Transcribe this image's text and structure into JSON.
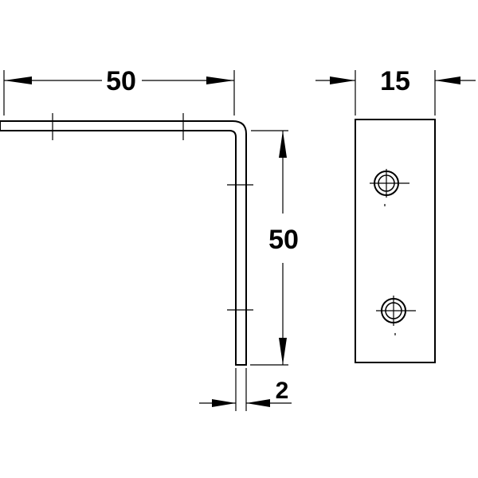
{
  "drawing": {
    "colors": {
      "line": "#000000",
      "background": "#ffffff"
    },
    "dimensions": {
      "top_length": "50",
      "side_length": "50",
      "thickness": "2",
      "width": "15"
    }
  }
}
